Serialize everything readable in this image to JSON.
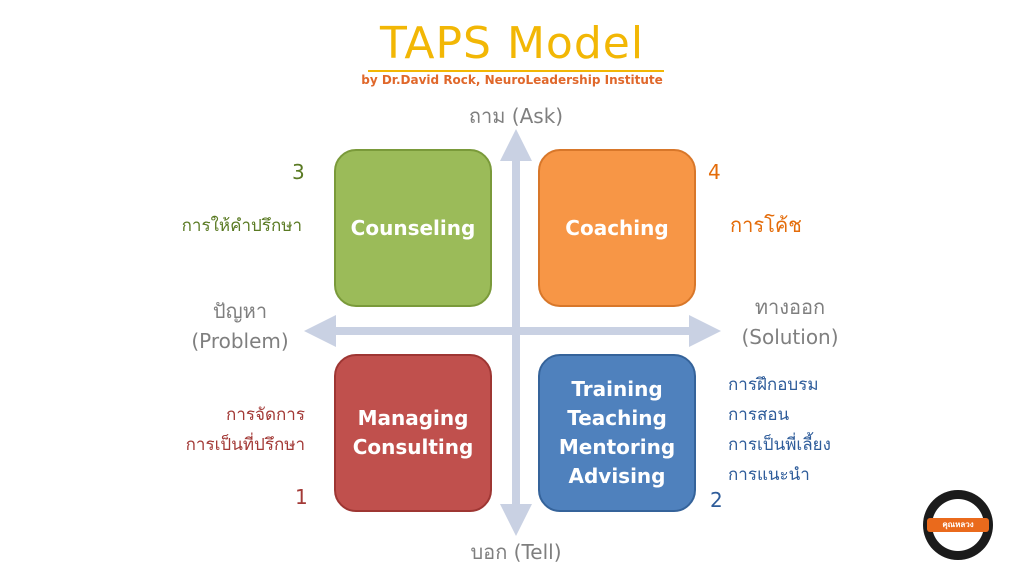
{
  "title": "TAPS Model",
  "subtitle": "by Dr.David Rock, NeuroLeadership Institute",
  "axes": {
    "top": "ถาม (Ask)",
    "bottom": "บอก (Tell)",
    "left_line1": "ปัญหา",
    "left_line2": "(Problem)",
    "right_line1": "ทางออก",
    "right_line2": "(Solution)",
    "color": "#c9d1e3"
  },
  "quadrants": {
    "counseling": {
      "label": "Counseling",
      "number": "3",
      "thai": "การให้คำปรึกษา",
      "color": "#9bbb59",
      "text_color": "#5a7a23"
    },
    "coaching": {
      "label": "Coaching",
      "number": "4",
      "thai": "การโค้ช",
      "color": "#f79646",
      "text_color": "#e46c0a"
    },
    "managing": {
      "label": "Managing\nConsulting",
      "number": "1",
      "thai_line1": "การจัดการ",
      "thai_line2": "การเป็นที่ปรึกษา",
      "color": "#c0504d",
      "text_color": "#a33a37"
    },
    "training": {
      "label": "Training\nTeaching\nMentoring\nAdvising",
      "number": "2",
      "thai_line1": "การฝึกอบรม",
      "thai_line2": "การสอน",
      "thai_line3": "การเป็นพี่เลี้ยง",
      "thai_line4": "การแนะนำ",
      "color": "#4f81bd",
      "text_color": "#2e5c9a"
    }
  },
  "logo": {
    "text": "คุณหลวง",
    "icon": "brush-circle-logo-icon"
  }
}
